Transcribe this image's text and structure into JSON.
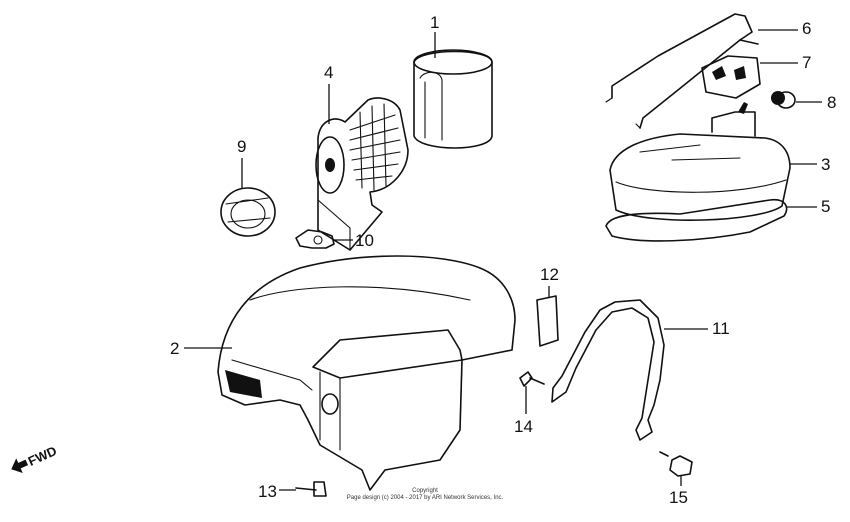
{
  "callouts": {
    "p1": "1",
    "p2": "2",
    "p3": "3",
    "p4": "4",
    "p5": "5",
    "p6": "6",
    "p7": "7",
    "p8": "8",
    "p9": "9",
    "p10": "10",
    "p11": "11",
    "p12": "12",
    "p13": "13",
    "p14": "14",
    "p15": "15"
  },
  "direction_label": "FWD",
  "copyright": {
    "line1": "Copyright",
    "line2": "Page design (c) 2004 - 2017 by ARI Network Services, Inc."
  }
}
